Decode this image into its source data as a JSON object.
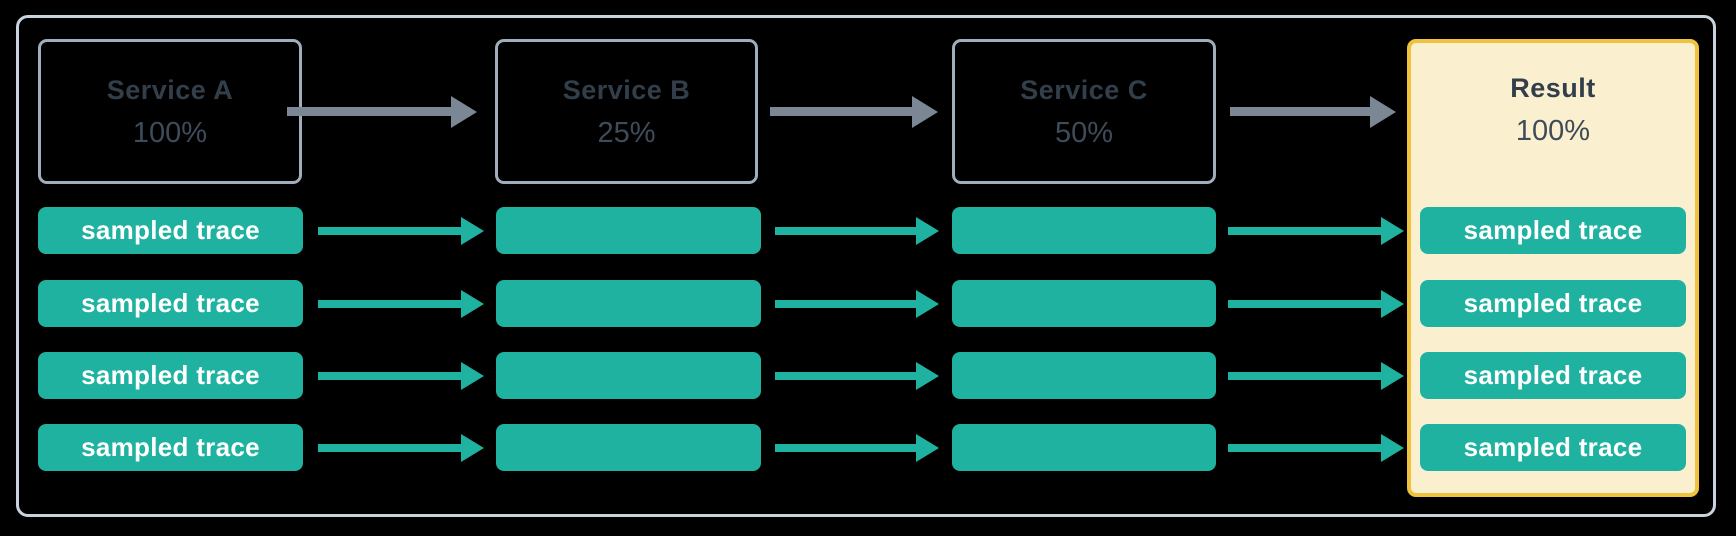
{
  "diagram": {
    "services": [
      {
        "name": "Service A",
        "rate": "100%"
      },
      {
        "name": "Service B",
        "rate": "25%"
      },
      {
        "name": "Service C",
        "rate": "50%"
      }
    ],
    "result": {
      "name": "Result",
      "rate": "100%"
    },
    "trace_label": "sampled trace",
    "row_count": 4,
    "colors": {
      "teal": "#1FB2A0",
      "arrow_gray": "#7B8794",
      "box_border": "#A0ADBC",
      "outer_border": "#C9D3DD",
      "result_bg": "#FAF0D0",
      "result_border": "#F0C33F",
      "text_dark": "#323F4B",
      "text_rate": "#3E4C59",
      "trace_text": "#FFFFFF",
      "bg": "#000000"
    }
  }
}
